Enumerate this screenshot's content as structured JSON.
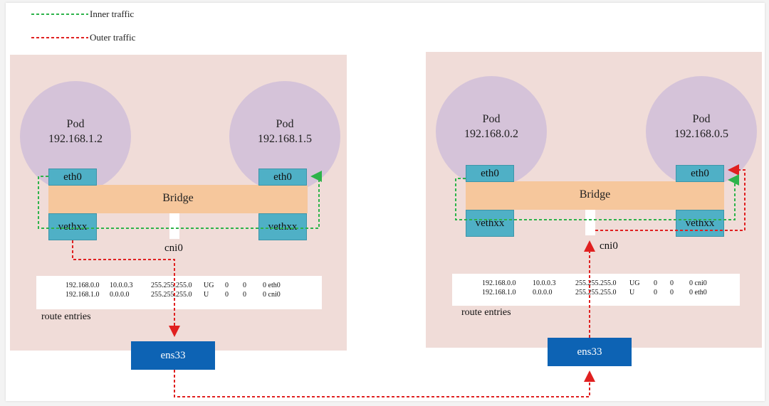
{
  "legend": {
    "inner_label": "Inner traffic",
    "outer_label": "Outer traffic",
    "inner_color": "#2db34a",
    "outer_color": "#e02020"
  },
  "left_host": {
    "pod1": {
      "title": "Pod",
      "ip": "192.168.1.2"
    },
    "pod2": {
      "title": "Pod",
      "ip": "192.168.1.5"
    },
    "eth_left": "eth0",
    "eth_right": "eth0",
    "bridge": "Bridge",
    "veth_left": "vethxx",
    "veth_right": "vethxx",
    "cni": "cni0",
    "routes": [
      {
        "dest": "192.168.0.0",
        "gw": "10.0.0.3",
        "mask": "255.255.255.0",
        "flags": "UG",
        "m": "0",
        "r": "0",
        "iface": "0 eth0"
      },
      {
        "dest": "192.168.1.0",
        "gw": "0.0.0.0",
        "mask": "255.255.255.0",
        "flags": "U",
        "m": "0",
        "r": "0",
        "iface": "0 cni0"
      }
    ],
    "route_caption": "route entries",
    "ens": "ens33"
  },
  "right_host": {
    "pod1": {
      "title": "Pod",
      "ip": "192.168.0.2"
    },
    "pod2": {
      "title": "Pod",
      "ip": "192.168.0.5"
    },
    "eth_left": "eth0",
    "eth_right": "eth0",
    "bridge": "Bridge",
    "veth_left": "vethxx",
    "veth_right": "vethxx",
    "cni": "cni0",
    "routes": [
      {
        "dest": "192.168.0.0",
        "gw": "10.0.0.3",
        "mask": "255.255.255.0",
        "flags": "UG",
        "m": "0",
        "r": "0",
        "iface": "0 cni0"
      },
      {
        "dest": "192.168.1.0",
        "gw": "0.0.0.0",
        "mask": "255.255.255.0",
        "flags": "U",
        "m": "0",
        "r": "0",
        "iface": "0 eth0"
      }
    ],
    "route_caption": "route entries",
    "ens": "ens33"
  }
}
